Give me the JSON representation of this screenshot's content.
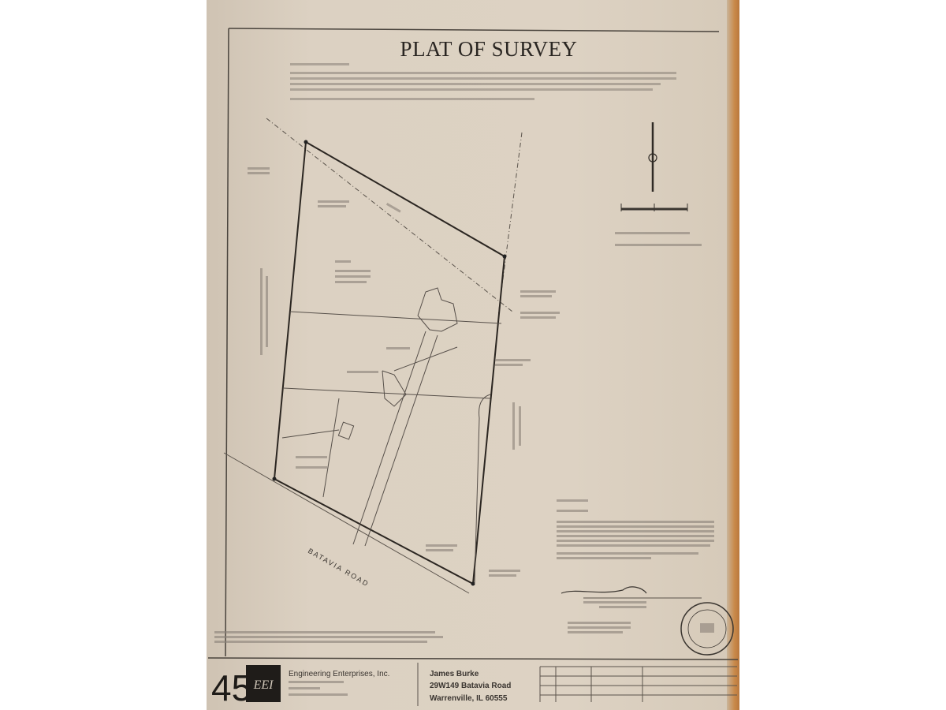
{
  "document": {
    "title": "PLAT OF SURVEY",
    "road_label": "BATAVIA ROAD"
  },
  "title_block": {
    "logo_number": "45",
    "logo_mark": "EEI",
    "company_name": "Engineering Enterprises, Inc.",
    "client_name": "James Burke",
    "client_address_line1": "29W149 Batavia Road",
    "client_address_line2": "Warrenville, IL 60555"
  },
  "colors": {
    "paper": "#dcd1c2",
    "ink": "#3a3530",
    "wood_edge": "#c98a4a"
  }
}
